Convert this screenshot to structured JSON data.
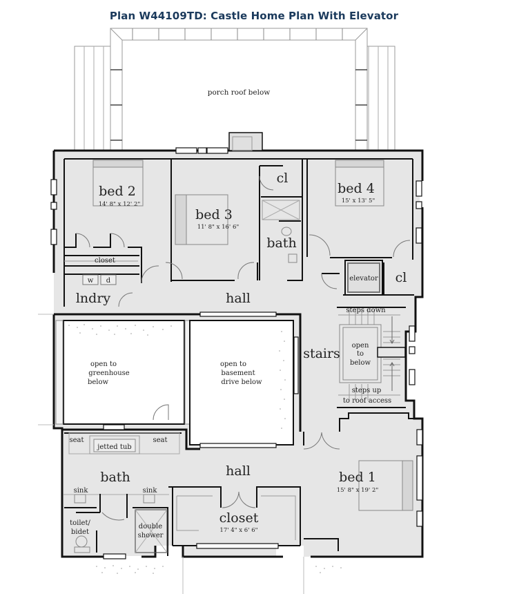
{
  "title": "Plan W44109TD: Castle Home Plan With Elevator",
  "colors": {
    "title": "#1b3a5c",
    "floor": "#e6e6e6",
    "walls": "#111111",
    "open_areas": "#ffffff"
  },
  "plan": {
    "porch": {
      "label": "porch roof below"
    },
    "rooms": {
      "bed2": {
        "name": "bed 2",
        "dims": "14' 8\" x 12' 2\""
      },
      "bed3": {
        "name": "bed 3",
        "dims": "11' 8\" x 16' 6\""
      },
      "bed4": {
        "name": "bed 4",
        "dims": "15' x 13' 5\""
      },
      "bed1": {
        "name": "bed 1",
        "dims": "15' 8\" x 19' 2\""
      },
      "cl_top": {
        "name": "cl"
      },
      "bath_small": {
        "name": "bath"
      },
      "closet_top": {
        "name": "closet"
      },
      "washer": {
        "name": "w"
      },
      "dryer": {
        "name": "d"
      },
      "laundry": {
        "name": "lndry"
      },
      "hall_upper": {
        "name": "hall"
      },
      "elevator": {
        "name": "elevator"
      },
      "cl_right": {
        "name": "cl"
      },
      "stairs": {
        "name": "stairs"
      },
      "steps_down": {
        "name": "steps down"
      },
      "open_to_below": {
        "line1": "open",
        "line2": "to",
        "line3": "below"
      },
      "steps_up": {
        "line1": "steps up",
        "line2": "to roof access"
      },
      "greenhouse": {
        "line1": "open to",
        "line2": "greenhouse",
        "line3": "below"
      },
      "basement": {
        "line1": "open to",
        "line2": "basement",
        "line3": "drive below"
      },
      "hall_lower": {
        "name": "hall"
      },
      "seat_left": {
        "name": "seat"
      },
      "jetted_tub": {
        "name": "jetted tub"
      },
      "seat_right": {
        "name": "seat"
      },
      "bath_master": {
        "name": "bath"
      },
      "sink_left": {
        "name": "sink"
      },
      "sink_right": {
        "name": "sink"
      },
      "toilet": {
        "line1": "toilet/",
        "line2": "bidet"
      },
      "shower": {
        "line1": "double",
        "line2": "shower"
      },
      "closet_master": {
        "name": "closet",
        "dims": "17' 4\" x 6' 6\""
      }
    }
  }
}
